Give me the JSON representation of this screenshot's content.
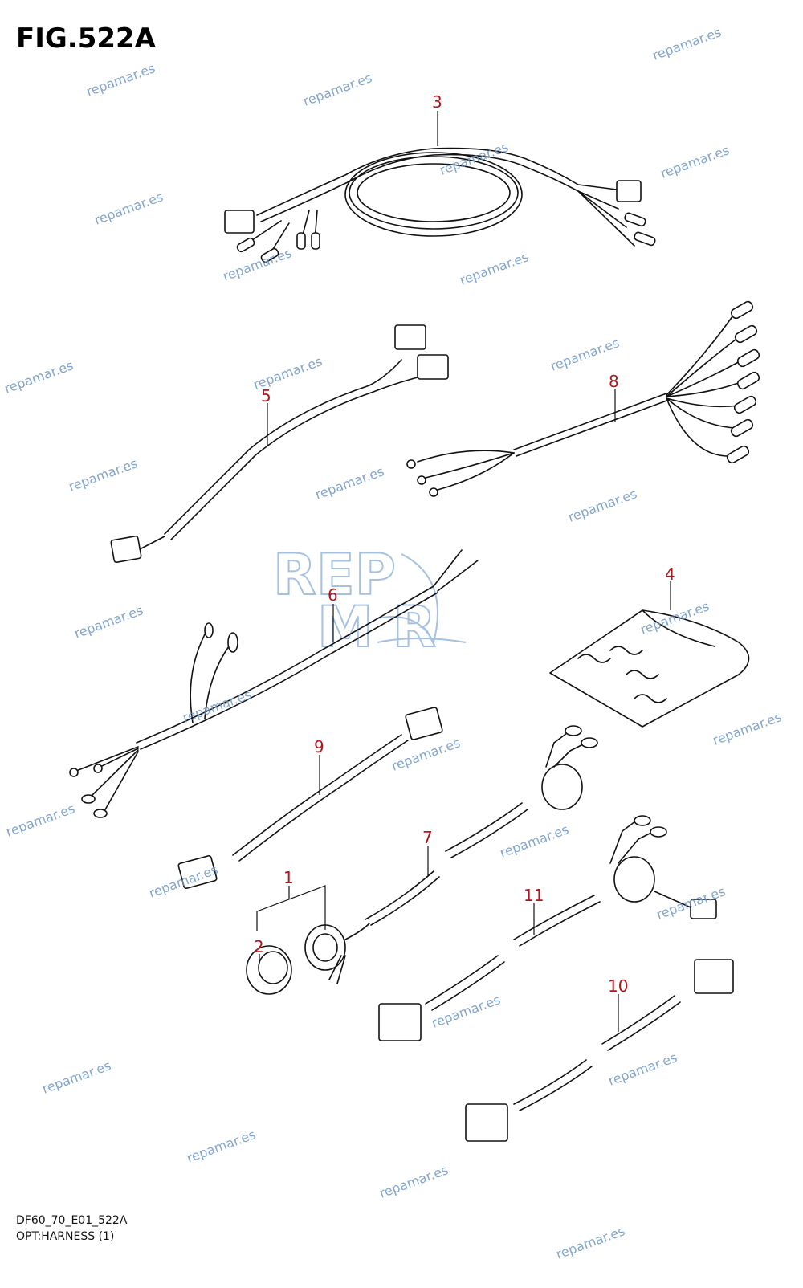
{
  "figure": {
    "title": "FIG.522A",
    "code": "DF60_70_E01_522A",
    "subtitle": "OPT:HARNESS (1)"
  },
  "callouts": [
    "1",
    "2",
    "3",
    "4",
    "5",
    "6",
    "7",
    "8",
    "9",
    "10",
    "11"
  ],
  "watermark": {
    "text": "repamar.es",
    "logo_line1": "REP",
    "logo_line2": "M R",
    "color": "#6d96c7"
  },
  "colors": {
    "callout": "#b3141a",
    "line": "#111111"
  }
}
